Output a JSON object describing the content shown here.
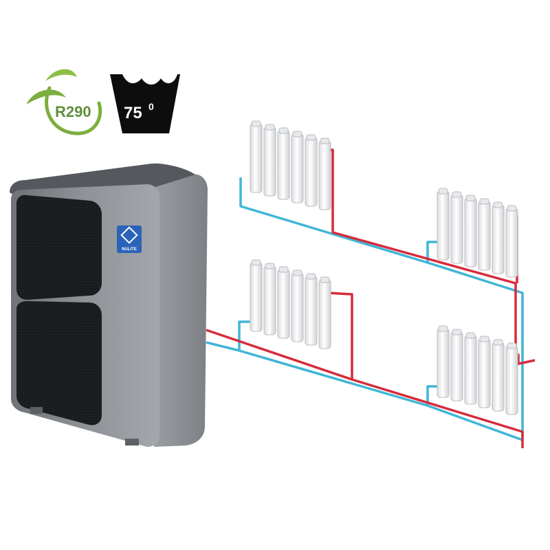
{
  "badges": {
    "refrigerant": {
      "label": "R290",
      "leaf_color": "#7cae3f",
      "text_color": "#5f8f3a"
    },
    "temperature": {
      "value": "75",
      "unit_mark": "0",
      "fill": "#0d0d0d",
      "text_color": "#ffffff"
    }
  },
  "heat_pump": {
    "brand_logo_text": "NULITE",
    "body_color": "#8a8d92",
    "fan_panel_color": "#1b1c1f",
    "logo_color": "#2a63b8"
  },
  "pipes": {
    "supply_color": "#d62b3a",
    "return_color": "#3fb6d6"
  },
  "radiators": [
    {
      "id": "upper-left"
    },
    {
      "id": "upper-right"
    },
    {
      "id": "lower-left"
    },
    {
      "id": "lower-right"
    }
  ]
}
